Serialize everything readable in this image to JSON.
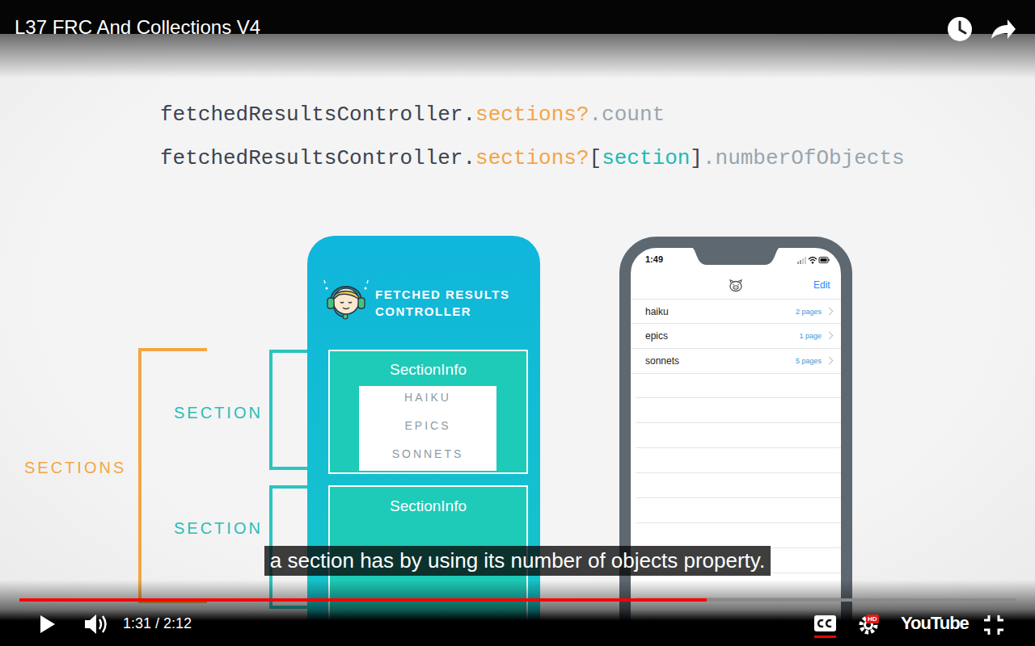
{
  "diagram": {
    "title": "L37 FRC And Collections V4",
    "caption": "a section has by using its number of objects property.",
    "nodes": [
      {
        "text": [
          "FETCHED RESULTS CONTROLLER"
        ]
      },
      {
        "text": [
          "SectionInfo"
        ],
        "in": 0
      },
      {
        "text": [
          "HAIKU"
        ],
        "in": 1
      },
      {
        "text": [
          "EPICS"
        ],
        "in": 1
      },
      {
        "text": [
          "SONNETS"
        ],
        "in": 1
      },
      {
        "text": [
          "SectionInfo"
        ],
        "in": 0
      },
      {
        "text": [
          "1:49",
          "Edit"
        ]
      },
      {
        "text": [
          "haiku",
          "2 pages"
        ],
        "in": 6
      },
      {
        "text": [
          "epics",
          "1 page"
        ],
        "in": 6
      },
      {
        "text": [
          "sonnets",
          "5 pages"
        ],
        "in": 6
      }
    ],
    "labels": [
      "fetchedResultsController.",
      "sections?",
      ".count",
      "fetchedResultsController.",
      "sections?",
      "[",
      "section",
      "]",
      ".numberOfObjects",
      "SECTION",
      "SECTION",
      "SECTIONS",
      "1:31 / 2:12",
      "HD",
      "YouTube"
    ]
  }
}
